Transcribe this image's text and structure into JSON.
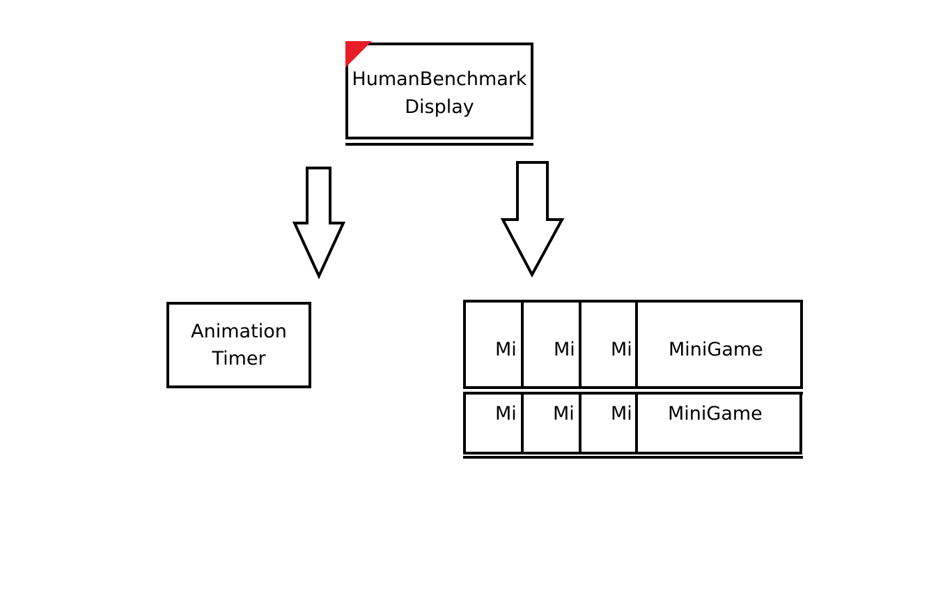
{
  "diagram": {
    "top_box": {
      "label": "HumanBenchmark\nDisplay",
      "corner_color": "#e81c24"
    },
    "left_box": {
      "label": "Animation\nTimer"
    },
    "grid": {
      "row1": [
        "Mi",
        "Mi",
        "Mi",
        "MiniGame"
      ],
      "row2": [
        "Mi",
        "Mi",
        "Mi",
        "MiniGame"
      ]
    },
    "colors": {
      "stroke": "#000000",
      "background": "#ffffff",
      "accent": "#e81c24"
    }
  }
}
